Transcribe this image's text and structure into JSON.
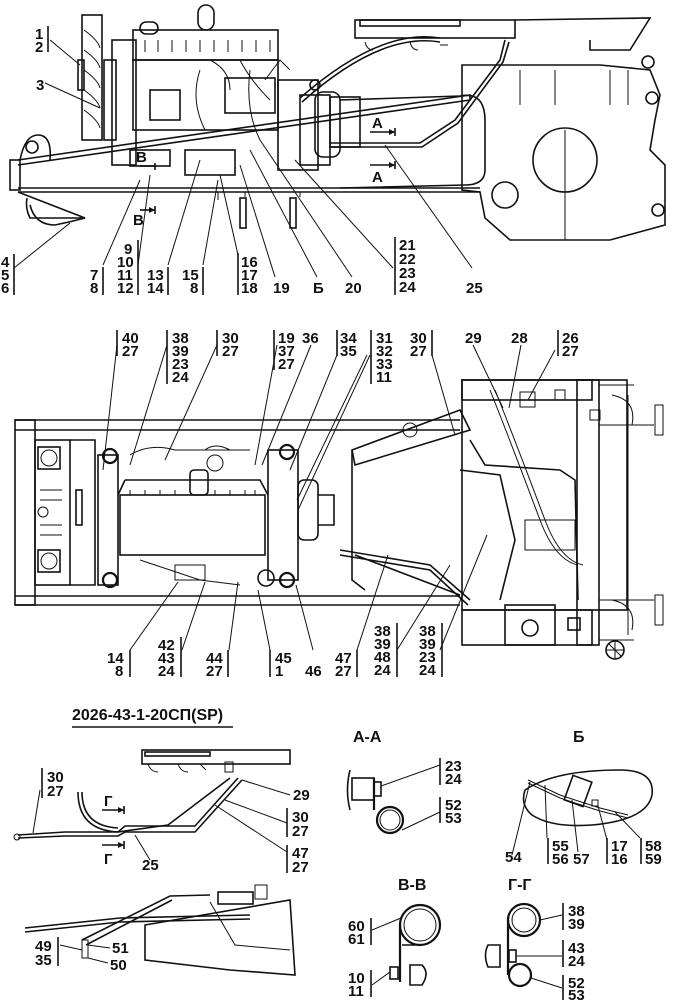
{
  "drawing": {
    "title": "2026-43-1-20СП(SP)",
    "views": {
      "side": {
        "name": "side-view",
        "callouts": [
          {
            "id": "c-1-2",
            "lines": [
              "1",
              "2"
            ]
          },
          {
            "id": "c-3",
            "lines": [
              "3"
            ]
          },
          {
            "id": "c-4-5-6",
            "lines": [
              "4",
              "5",
              "6"
            ]
          },
          {
            "id": "c-7-8",
            "lines": [
              "7",
              "8"
            ]
          },
          {
            "id": "c-9-12",
            "lines": [
              "9",
              "10",
              "11",
              "12"
            ]
          },
          {
            "id": "c-13-14",
            "lines": [
              "13",
              "14"
            ]
          },
          {
            "id": "c-15-8",
            "lines": [
              "15",
              "8"
            ]
          },
          {
            "id": "c-16-18",
            "lines": [
              "16",
              "17",
              "18"
            ]
          },
          {
            "id": "c-19",
            "lines": [
              "19"
            ]
          },
          {
            "id": "c-B",
            "lines": [
              "Б"
            ]
          },
          {
            "id": "c-20",
            "lines": [
              "20"
            ]
          },
          {
            "id": "c-21-24",
            "lines": [
              "21",
              "22",
              "23",
              "24"
            ]
          },
          {
            "id": "c-25",
            "lines": [
              "25"
            ]
          }
        ],
        "section_marks": [
          "А",
          "А",
          "В",
          "В"
        ]
      },
      "top": {
        "name": "top-view",
        "callouts_top": [
          {
            "id": "t-40-27",
            "lines": [
              "40",
              "27"
            ]
          },
          {
            "id": "t-38-24",
            "lines": [
              "38",
              "39",
              "23",
              "24"
            ]
          },
          {
            "id": "t-30-27a",
            "lines": [
              "30",
              "27"
            ]
          },
          {
            "id": "t-19-27",
            "lines": [
              "19",
              "37",
              "27"
            ]
          },
          {
            "id": "t-36",
            "lines": [
              "36"
            ]
          },
          {
            "id": "t-34-35",
            "lines": [
              "34",
              "35"
            ]
          },
          {
            "id": "t-31-11",
            "lines": [
              "31",
              "32",
              "33",
              "11"
            ]
          },
          {
            "id": "t-30-27b",
            "lines": [
              "30",
              "27"
            ]
          },
          {
            "id": "t-29",
            "lines": [
              "29"
            ]
          },
          {
            "id": "t-28",
            "lines": [
              "28"
            ]
          },
          {
            "id": "t-26-27",
            "lines": [
              "26",
              "27"
            ]
          }
        ],
        "callouts_bottom": [
          {
            "id": "b-14-8",
            "lines": [
              "14",
              "8"
            ]
          },
          {
            "id": "b-42-24",
            "lines": [
              "42",
              "43",
              "24"
            ]
          },
          {
            "id": "b-44-27",
            "lines": [
              "44",
              "27"
            ]
          },
          {
            "id": "b-45-1",
            "lines": [
              "45",
              "1"
            ]
          },
          {
            "id": "b-46",
            "lines": [
              "46"
            ]
          },
          {
            "id": "b-47-27",
            "lines": [
              "47",
              "27"
            ]
          },
          {
            "id": "b-38-48",
            "lines": [
              "38",
              "39",
              "48",
              "24"
            ]
          },
          {
            "id": "b-38-23",
            "lines": [
              "38",
              "39",
              "23",
              "24"
            ]
          }
        ]
      },
      "variant": {
        "name": "variant-view",
        "callouts": [
          {
            "id": "v-30-27a",
            "lines": [
              "30",
              "27"
            ]
          },
          {
            "id": "v-29",
            "lines": [
              "29"
            ]
          },
          {
            "id": "v-30-27b",
            "lines": [
              "30",
              "27"
            ]
          },
          {
            "id": "v-47-27",
            "lines": [
              "47",
              "27"
            ]
          },
          {
            "id": "v-25",
            "lines": [
              "25"
            ]
          },
          {
            "id": "v-49-35",
            "lines": [
              "49",
              "35"
            ]
          },
          {
            "id": "v-51",
            "lines": [
              "51"
            ]
          },
          {
            "id": "v-50",
            "lines": [
              "50"
            ]
          }
        ],
        "section_marks": [
          "Г",
          "Г"
        ]
      },
      "section_AA": {
        "title": "А-А",
        "callouts": [
          {
            "id": "aa-23-24",
            "lines": [
              "23",
              "24"
            ]
          },
          {
            "id": "aa-52-53",
            "lines": [
              "52",
              "53"
            ]
          }
        ]
      },
      "detail_B": {
        "title": "Б",
        "callouts": [
          {
            "id": "b-54",
            "lines": [
              "54"
            ]
          },
          {
            "id": "b-55-56",
            "lines": [
              "55",
              "56"
            ]
          },
          {
            "id": "b-57",
            "lines": [
              "57"
            ]
          },
          {
            "id": "b-17-16",
            "lines": [
              "17",
              "16"
            ]
          },
          {
            "id": "b-58-59",
            "lines": [
              "58",
              "59"
            ]
          }
        ]
      },
      "section_VV": {
        "title": "В-В",
        "callouts": [
          {
            "id": "vv-60-61",
            "lines": [
              "60",
              "61"
            ]
          },
          {
            "id": "vv-10-11",
            "lines": [
              "10",
              "11"
            ]
          }
        ]
      },
      "section_GG": {
        "title": "Г-Г",
        "callouts": [
          {
            "id": "gg-38-39",
            "lines": [
              "38",
              "39"
            ]
          },
          {
            "id": "gg-43-24",
            "lines": [
              "43",
              "24"
            ]
          },
          {
            "id": "gg-52-53",
            "lines": [
              "52",
              "53"
            ]
          }
        ]
      }
    }
  }
}
